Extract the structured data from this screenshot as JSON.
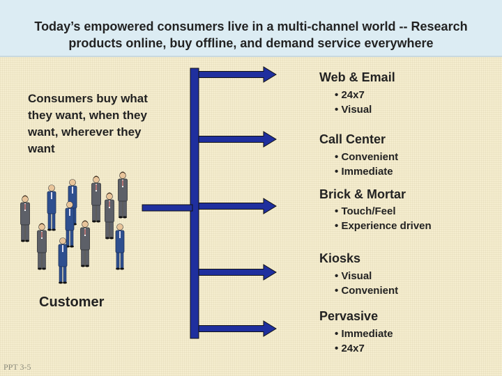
{
  "title": {
    "line1": "Today’s empowered consumers live in a multi-channel world -- Research",
    "line2": "products online, buy offline, and demand service everywhere"
  },
  "lead_text": [
    "Consumers buy what",
    "they want, when they",
    "want, wherever they",
    "want"
  ],
  "customer_label": "Customer",
  "footer_label": "PPT 3-5",
  "channels": [
    {
      "name": "Web & Email",
      "bullets": [
        "24x7",
        "Visual"
      ]
    },
    {
      "name": "Call Center",
      "bullets": [
        "Convenient",
        "Immediate"
      ]
    },
    {
      "name": "Brick & Mortar",
      "bullets": [
        "Touch/Feel",
        "Experience driven"
      ]
    },
    {
      "name": "Kiosks",
      "bullets": [
        "Visual",
        "Convenient"
      ]
    },
    {
      "name": "Pervasive",
      "bullets": [
        "Immediate",
        "24x7"
      ]
    }
  ],
  "bullet_glyph": "•",
  "colors": {
    "background": "#f5edcf",
    "title_band": "#dcecf3",
    "arrow_blue": "#1f2f9e",
    "text": "#222222",
    "suit_blue": "#2e4f8f",
    "suit_gray": "#5d6068"
  },
  "icons": {
    "arrows": "blue-arrow-icon",
    "people": "business-people-icon"
  }
}
